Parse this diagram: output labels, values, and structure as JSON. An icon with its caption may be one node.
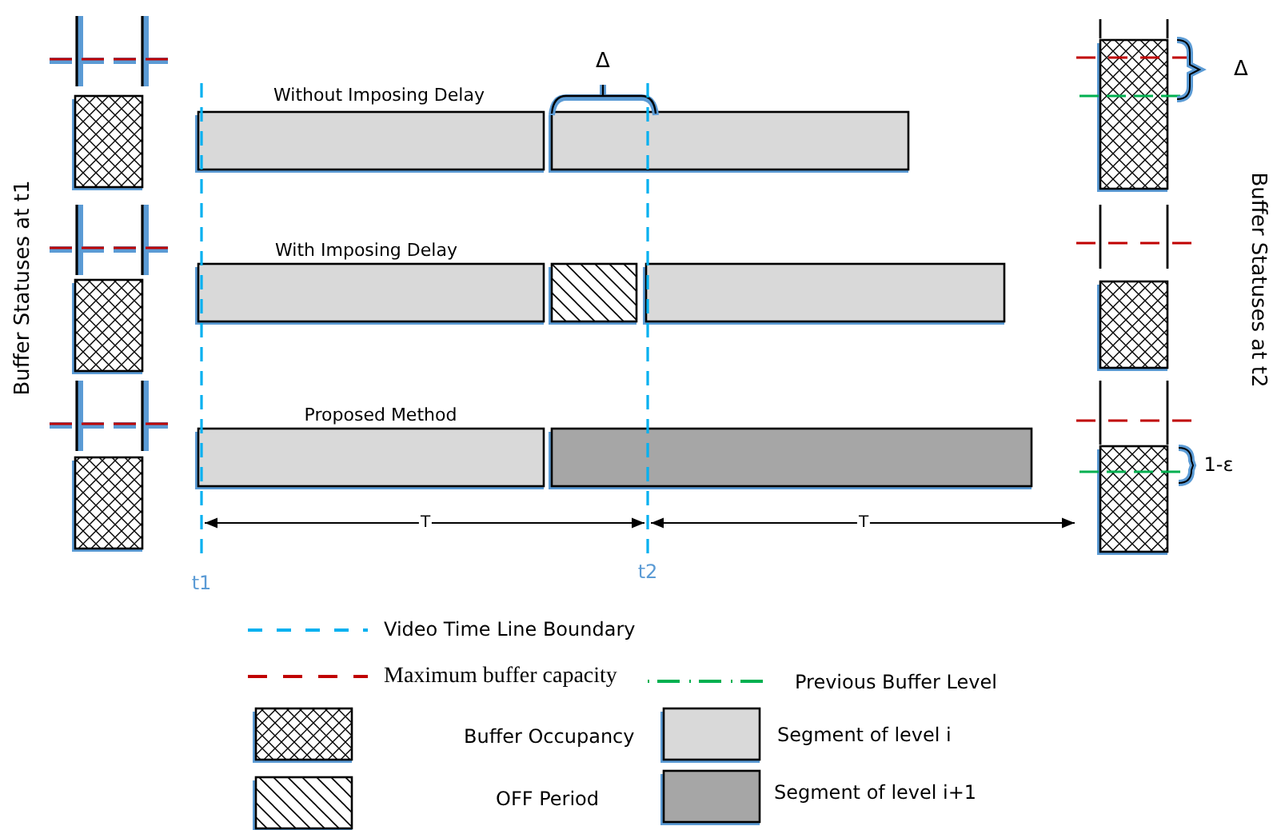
{
  "diagram": {
    "labels": [
      "Buffer Statuses at t1",
      "Δ",
      "Δ",
      "Without Imposing Delay",
      "With Imposing Delay",
      "Proposed Method",
      "1-ε",
      "T",
      "T",
      "t1",
      "t2",
      "Buffer Statuses at t2"
    ],
    "legend": [
      {
        "text": "Video Time Line Boundary"
      },
      {
        "text": "Maximum buffer capacity"
      },
      {
        "text": "Previous Buffer Level"
      },
      {
        "text": "Buffer Occupancy"
      },
      {
        "text": "Segment of level i",
        "color": "#d9d9d9"
      },
      {
        "text": "OFF Period"
      },
      {
        "text": "Segment of level i+1",
        "color": "#a6a6a6"
      }
    ]
  }
}
